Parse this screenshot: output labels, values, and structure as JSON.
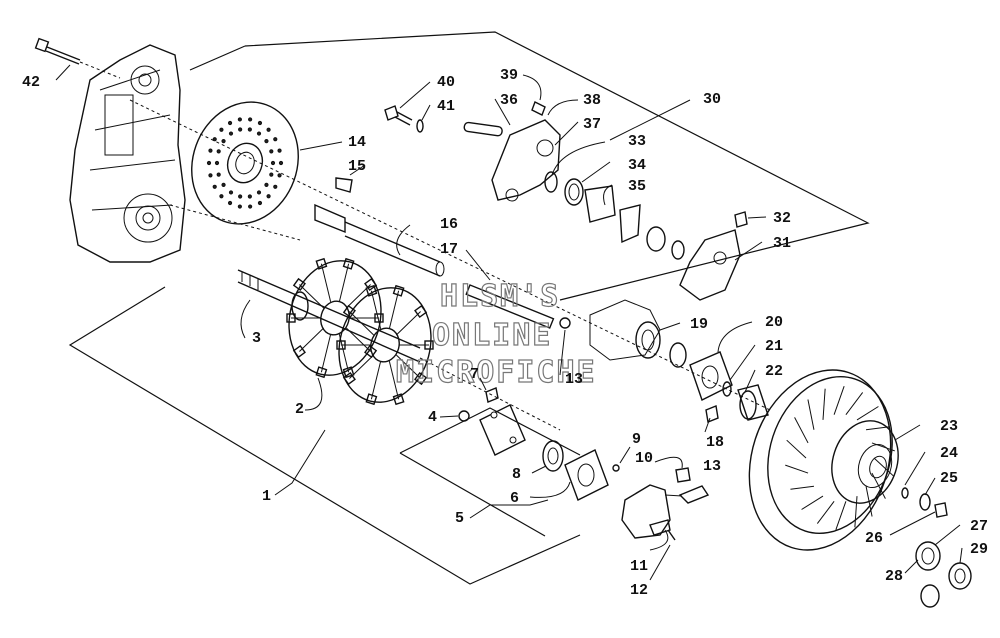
{
  "watermark": {
    "line1": "HLSM'S",
    "line2": "ONLINE",
    "line3": "MICROFICHE"
  },
  "callouts": [
    "1",
    "2",
    "3",
    "4",
    "5",
    "6",
    "7",
    "8",
    "9",
    "10",
    "11",
    "12",
    "13",
    "13",
    "14",
    "15",
    "16",
    "17",
    "18",
    "19",
    "20",
    "21",
    "22",
    "23",
    "24",
    "25",
    "26",
    "27",
    "28",
    "29",
    "30",
    "31",
    "32",
    "33",
    "34",
    "35",
    "36",
    "37",
    "38",
    "39",
    "40",
    "41",
    "42"
  ]
}
